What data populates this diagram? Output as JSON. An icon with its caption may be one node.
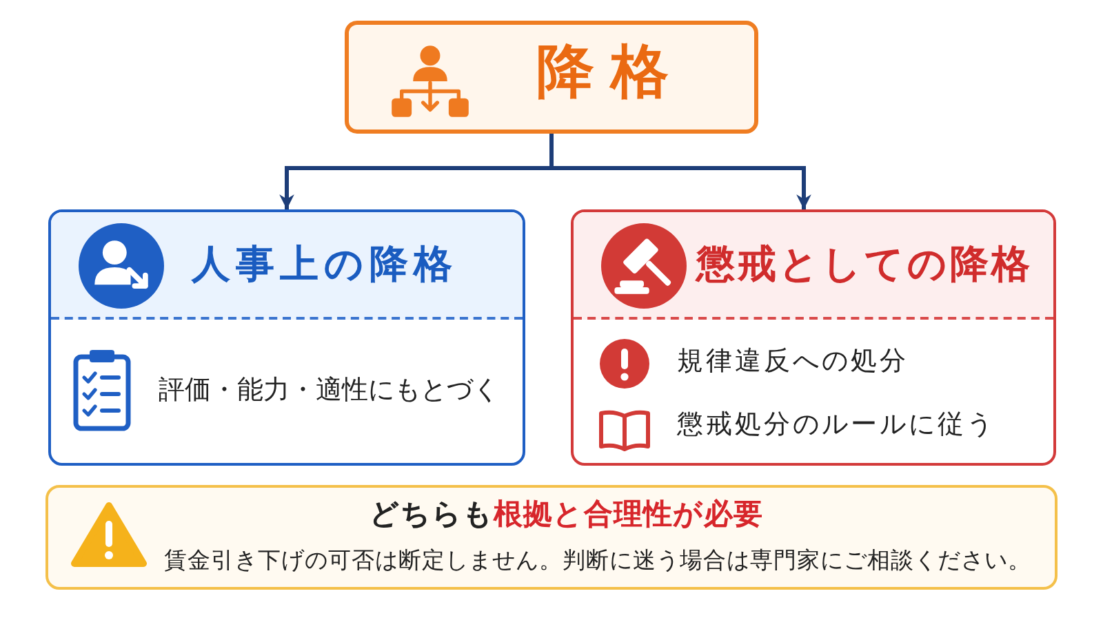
{
  "diagram": {
    "nodes": [
      {
        "text": [
          "降格"
        ]
      },
      {
        "text": [
          "人事上の降格",
          "評価・能力・適性にもとづく"
        ]
      },
      {
        "text": [
          "懲戒としての降格",
          "規律違反への処分",
          "懲戒処分のルールに従う"
        ]
      },
      {
        "text": [
          "どちらも**根拠と合理性が必要**",
          "賃金引き下げの可否は断定しません。判断に迷う場合は専門家にご相談ください。"
        ]
      }
    ],
    "edges": [
      {
        "from": 0,
        "to": 1,
        "arrow": "to"
      },
      {
        "from": 0,
        "to": 2,
        "arrow": "to"
      }
    ]
  }
}
